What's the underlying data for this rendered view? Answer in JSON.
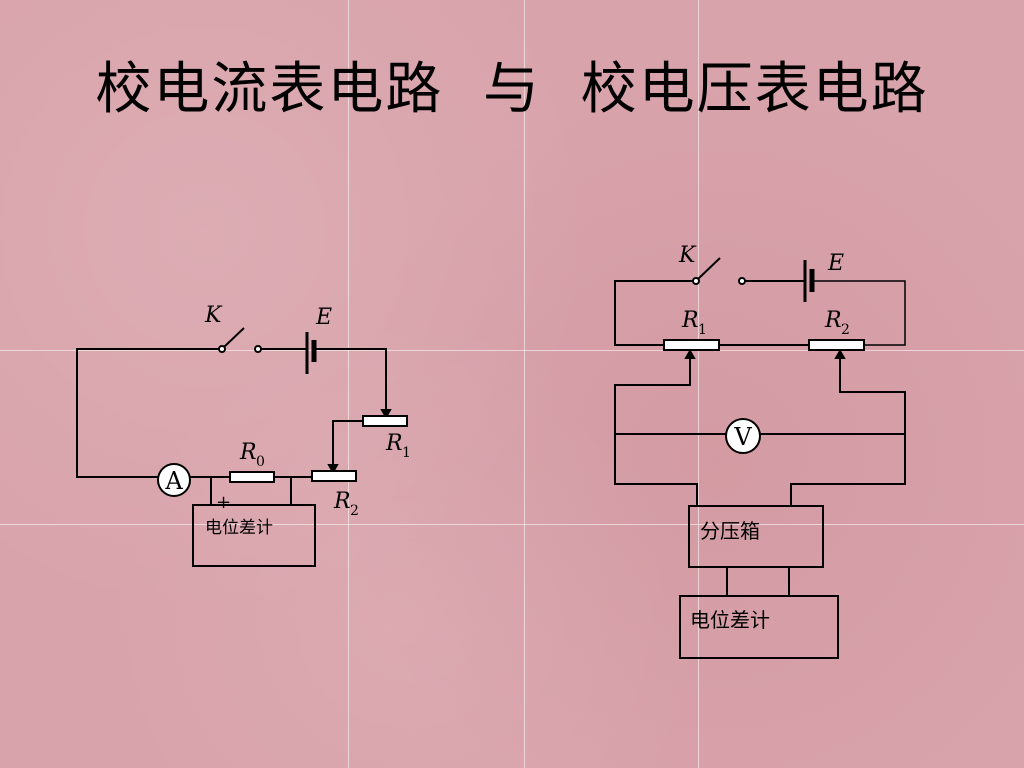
{
  "title": "校电流表电路  与  校电压表电路",
  "left_circuit": {
    "switch_label": "K",
    "battery_label": "E",
    "ammeter_symbol": "A",
    "r0_main": "R",
    "r0_sub": "0",
    "r1_main": "R",
    "r1_sub": "1",
    "r2_main": "R",
    "r2_sub": "2",
    "plus_sign": "+",
    "potentiometer_label": "电位差计"
  },
  "right_circuit": {
    "switch_label": "K",
    "battery_label": "E",
    "voltmeter_symbol": "V",
    "r1_main": "R",
    "r1_sub": "1",
    "r2_main": "R",
    "r2_sub": "2",
    "divider_box_label": "分压箱",
    "potentiometer_label": "电位差计"
  }
}
